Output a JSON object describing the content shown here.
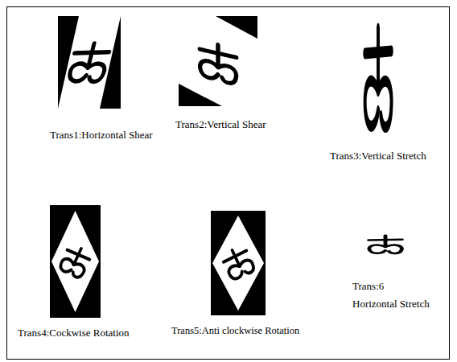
{
  "diagram": {
    "labels": [
      "Trans1:Horizontal Shear",
      "Trans2:Vertical Shear",
      "Trans3:Vertical Stretch",
      "Trans4:Cockwise Rotation",
      "Trans5:Anti clockwise Rotation",
      "Trans:6 Horizontal Stretch"
    ]
  }
}
